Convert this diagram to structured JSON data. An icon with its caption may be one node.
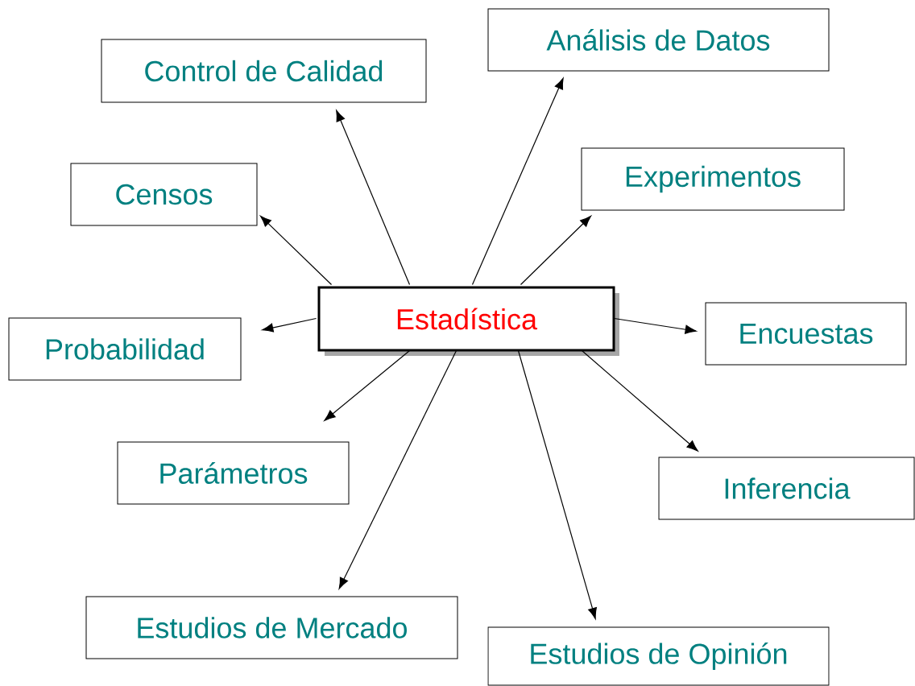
{
  "diagram": {
    "nodes": [
      {
        "text": [
          "Estadística"
        ]
      },
      {
        "text": [
          "Control de Calidad"
        ]
      },
      {
        "text": [
          "Análisis de Datos"
        ]
      },
      {
        "text": [
          "Censos"
        ]
      },
      {
        "text": [
          "Experimentos"
        ]
      },
      {
        "text": [
          "Probabilidad"
        ]
      },
      {
        "text": [
          "Encuestas"
        ]
      },
      {
        "text": [
          "Parámetros"
        ]
      },
      {
        "text": [
          "Inferencia"
        ]
      },
      {
        "text": [
          "Estudios de Mercado"
        ]
      },
      {
        "text": [
          "Estudios de Opinión"
        ]
      }
    ],
    "edges": [
      {
        "from": 0,
        "to": 1,
        "arrow": "to"
      },
      {
        "from": 0,
        "to": 2,
        "arrow": "to"
      },
      {
        "from": 0,
        "to": 3,
        "arrow": "to"
      },
      {
        "from": 0,
        "to": 4,
        "arrow": "to"
      },
      {
        "from": 0,
        "to": 5,
        "arrow": "to"
      },
      {
        "from": 0,
        "to": 6,
        "arrow": "to"
      },
      {
        "from": 0,
        "to": 7,
        "arrow": "to"
      },
      {
        "from": 0,
        "to": 8,
        "arrow": "to"
      },
      {
        "from": 0,
        "to": 9,
        "arrow": "to"
      },
      {
        "from": 0,
        "to": 10,
        "arrow": "to"
      }
    ]
  }
}
